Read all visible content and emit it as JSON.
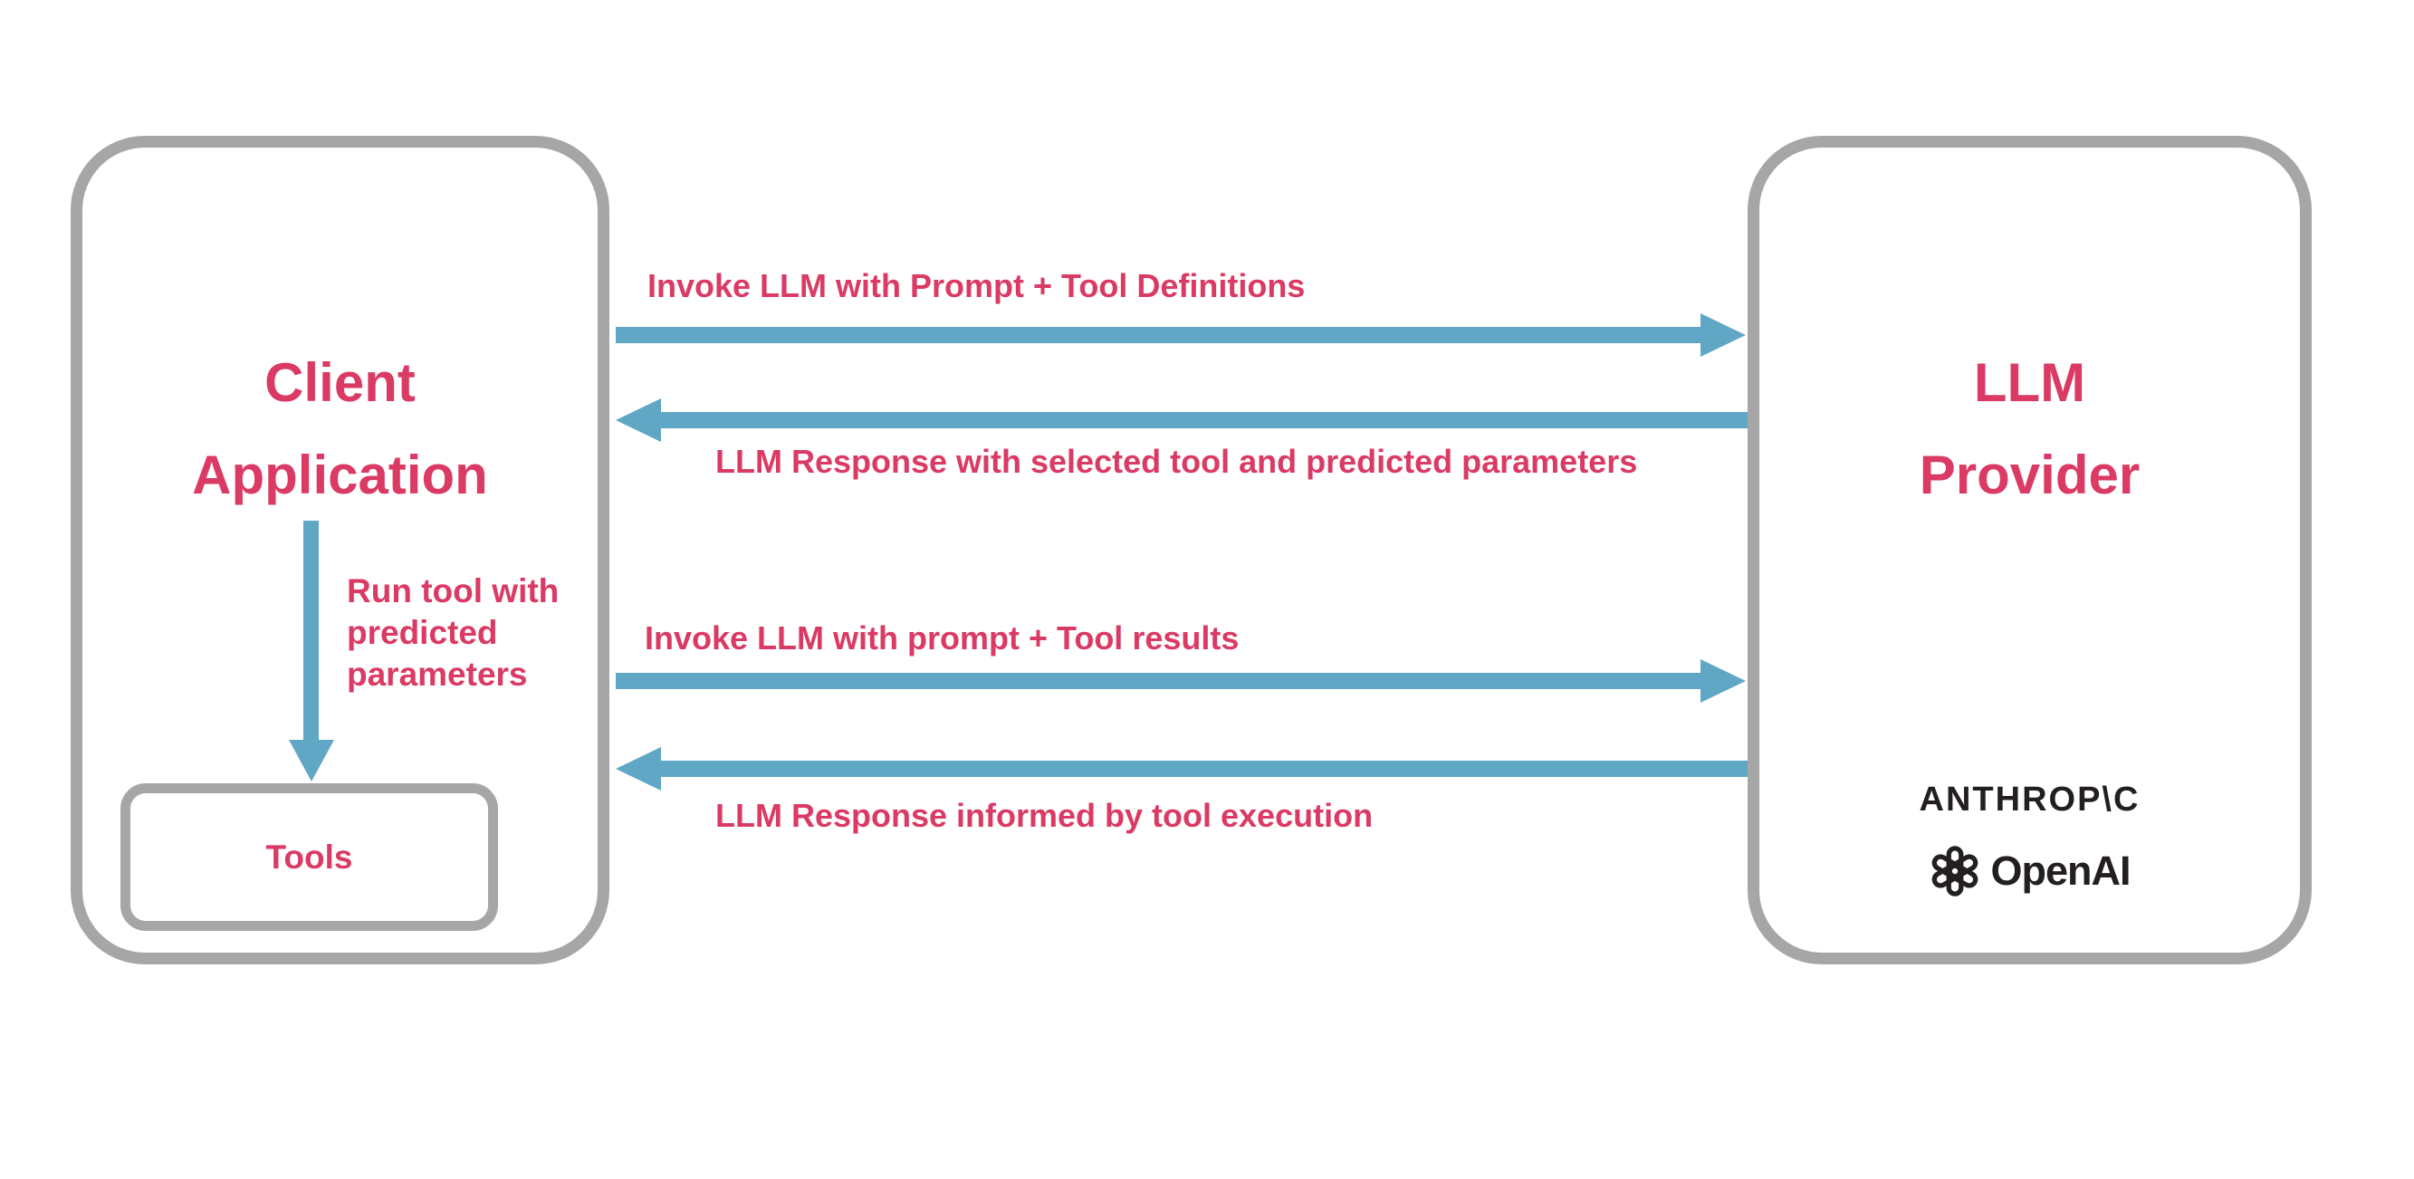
{
  "diagram": {
    "client": {
      "title_lines": [
        "Client",
        "Application"
      ],
      "tools_label": "Tools",
      "run_tool_lines": [
        "Run tool with",
        "predicted",
        "parameters"
      ]
    },
    "provider": {
      "title_lines": [
        "LLM",
        "Provider"
      ],
      "logos": {
        "anthropic": "ANTHROP\\C",
        "openai": "OpenAI"
      }
    },
    "messages": [
      {
        "label": "Invoke LLM with Prompt + Tool Definitions",
        "direction": "right"
      },
      {
        "label": "LLM Response with selected tool and predicted parameters",
        "direction": "left"
      },
      {
        "label": "Invoke LLM with prompt + Tool results",
        "direction": "right"
      },
      {
        "label": "LLM Response informed by tool execution",
        "direction": "left"
      }
    ],
    "colors": {
      "accent_pink": "#da3a63",
      "arrow_blue": "#5fa7c4",
      "border_gray": "#a6a6a6",
      "logo_ink": "#231f20"
    }
  }
}
